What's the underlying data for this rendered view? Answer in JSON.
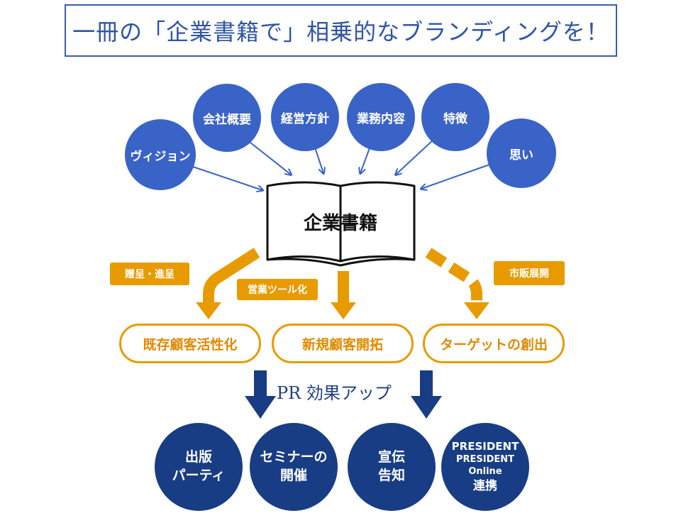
{
  "title": "一冊の「企業書籍で」相乗的なブランディングを！",
  "inputs": [
    "ヴィジョン",
    "会社概要",
    "経営方針",
    "業務内容",
    "特徴",
    "思い"
  ],
  "book": "企業書籍",
  "channels": [
    "贈呈・進呈",
    "営業ツール化",
    "市販展開"
  ],
  "outcomes": [
    "既存顧客活性化",
    "新規顧客開拓",
    "ターゲットの創出"
  ],
  "pr_label": "PR 効果アップ",
  "effects": [
    {
      "line1": "出版",
      "line2": "パーティ"
    },
    {
      "line1": "セミナーの",
      "line2": "開催"
    },
    {
      "line1": "宣伝",
      "line2": "告知"
    },
    {
      "line1": "PRESIDENT",
      "line2": "PRESIDENT Online",
      "line3": "連携"
    }
  ],
  "colors": {
    "title_blue": "#2f55a4",
    "bubble_blue": "#3a63c8",
    "orange": "#e89b00",
    "navy": "#183d85"
  }
}
